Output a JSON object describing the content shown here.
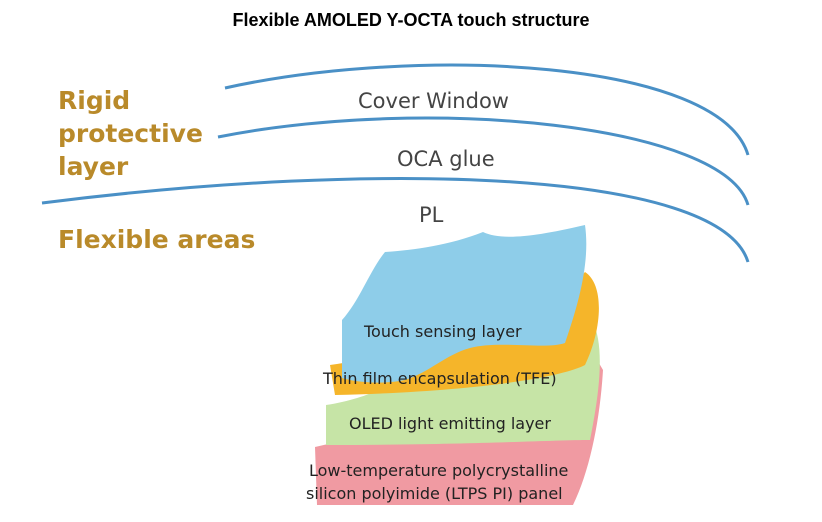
{
  "title": "Flexible AMOLED Y-OCTA touch structure",
  "side_labels": {
    "rigid_line1": "Rigid",
    "rigid_line2": "protective",
    "rigid_line3": "layer",
    "flexible": "Flexible areas"
  },
  "curve_labels": {
    "cover_window": "Cover Window",
    "oca_glue": "OCA glue",
    "pl": "PL"
  },
  "layers": {
    "touch": "Touch sensing layer",
    "tfe": "Thin film encapsulation (TFE)",
    "oled": "OLED light emitting layer",
    "ltps_line1": "Low-temperature polycrystalline",
    "ltps_line2": "silicon polyimide (LTPS PI) panel"
  },
  "colors": {
    "accent_text": "#b98a2a",
    "curve_blue": "#4a90c6",
    "touch_layer": "#8ecde9",
    "tfe_layer": "#f5b52a",
    "oled_layer": "#c6e4a6",
    "ltps_layer": "#f09aa2"
  }
}
